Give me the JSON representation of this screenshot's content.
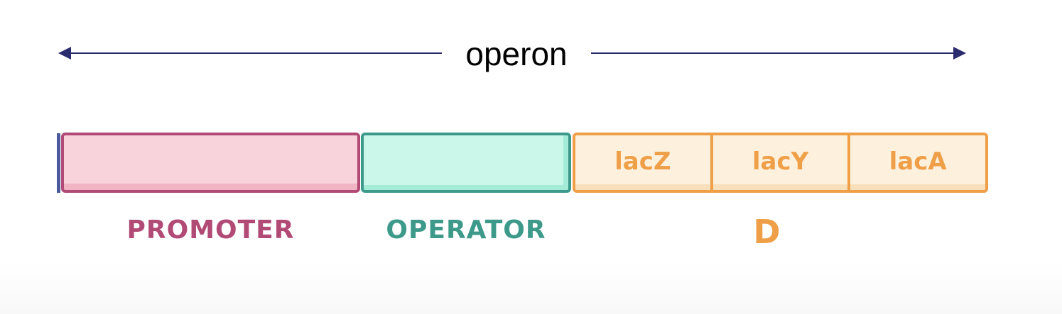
{
  "operon": {
    "label": "operon"
  },
  "regions": {
    "promoter_label": "PROMOTER",
    "operator_label": "OPERATOR",
    "genes_label": "D"
  },
  "genes": [
    "lacZ",
    "lacY",
    "lacA"
  ],
  "colors": {
    "arrow": "#2b2c6e",
    "promoter_border": "#b24a76",
    "promoter_fill": "#f8d3dc",
    "operator_border": "#3d9a8a",
    "operator_fill": "#cbf7ea",
    "genes_border": "#ef9f48",
    "genes_fill": "#fdf0dc"
  }
}
